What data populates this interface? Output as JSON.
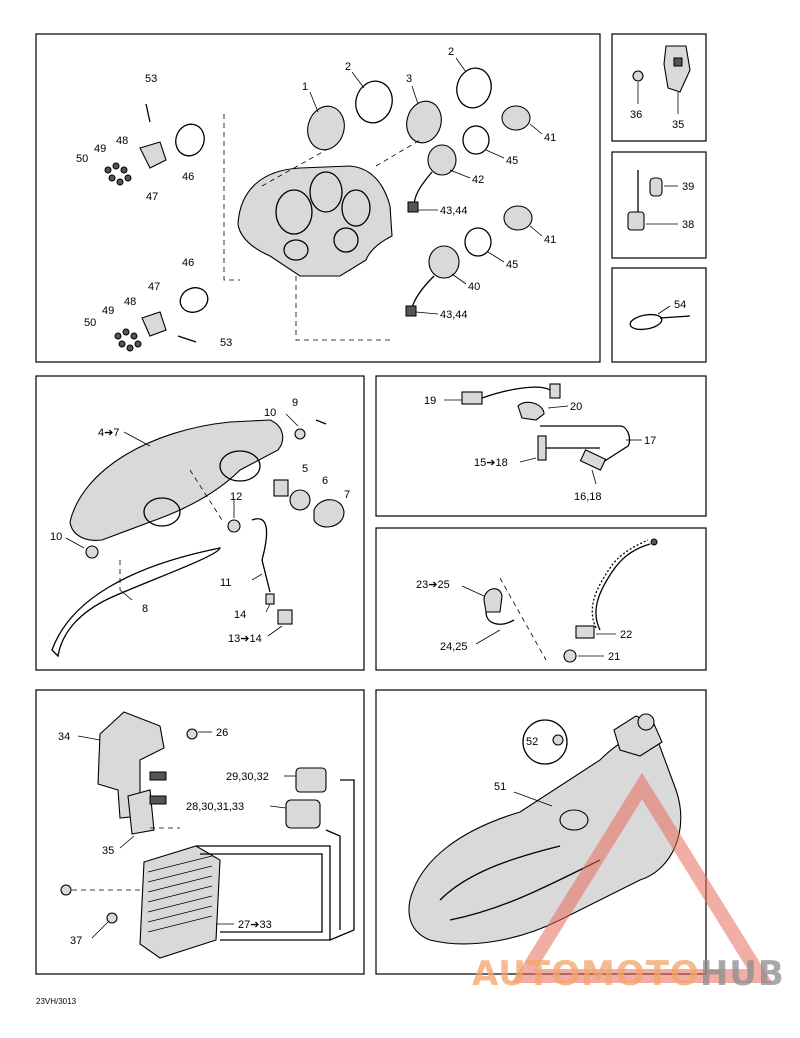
{
  "document_code": "23VH/3013",
  "watermark": {
    "part1": "AUTOMOTO",
    "part2": "HUB",
    "color1": "#f4a46a",
    "color2": "#8c8c8c",
    "logo_color": "#e86a5a"
  },
  "panels": {
    "instrument": {
      "labels": [
        "53",
        "49",
        "48",
        "50",
        "46",
        "47",
        "1",
        "2",
        "3",
        "2",
        "41",
        "45",
        "42",
        "43,44",
        "41",
        "45",
        "40",
        "43,44",
        "46",
        "47",
        "48",
        "49",
        "50",
        "53"
      ]
    },
    "bracket": {
      "labels": [
        "36",
        "35"
      ]
    },
    "bulb": {
      "labels": [
        "39",
        "38"
      ]
    },
    "tie": {
      "labels": [
        "54"
      ]
    },
    "headlight": {
      "labels": [
        "4➔7",
        "10",
        "9",
        "5",
        "6",
        "7",
        "12",
        "10",
        "11",
        "8",
        "14",
        "13➔14"
      ]
    },
    "wiring": {
      "labels": [
        "19",
        "20",
        "17",
        "15➔18",
        "16,18"
      ]
    },
    "harness": {
      "labels": [
        "23➔25",
        "24,25",
        "22",
        "21"
      ]
    },
    "regulator": {
      "labels": [
        "34",
        "26",
        "29,30,32",
        "28,30,31,33",
        "35",
        "27➔33",
        "37"
      ]
    },
    "tank": {
      "labels": [
        "52",
        "51"
      ]
    }
  }
}
